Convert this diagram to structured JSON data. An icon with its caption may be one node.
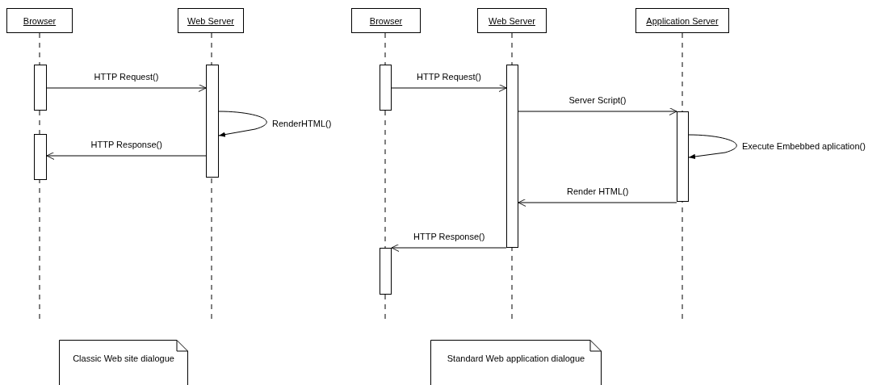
{
  "diagram": {
    "nodes": [
      {
        "text": [
          "Browser"
        ]
      },
      {
        "text": [
          "Web Server"
        ]
      },
      {
        "text": [],
        "shape": "bar"
      },
      {
        "text": [],
        "shape": "bar"
      },
      {
        "text": [],
        "shape": "bar"
      },
      {
        "text": [
          "Browser"
        ]
      },
      {
        "text": [
          "Web Server"
        ]
      },
      {
        "text": [
          "Application Server"
        ]
      },
      {
        "text": [],
        "shape": "bar"
      },
      {
        "text": [],
        "shape": "bar"
      },
      {
        "text": [],
        "shape": "bar"
      },
      {
        "text": [],
        "shape": "bar"
      },
      {
        "text": [
          "Classic Web site dialogue"
        ]
      },
      {
        "text": [
          "Standard Web application dialogue"
        ]
      }
    ],
    "edges": [
      {
        "from": 2,
        "to": 4,
        "arrow": "to",
        "label": "HTTP Request()"
      },
      {
        "from": 4,
        "to": 4,
        "arrow": "to",
        "label": "RenderHTML()"
      },
      {
        "from": 4,
        "to": 3,
        "arrow": "to",
        "label": "HTTP Response()"
      },
      {
        "from": 8,
        "to": 10,
        "arrow": "to",
        "label": "HTTP Request()"
      },
      {
        "from": 10,
        "to": 11,
        "arrow": "to",
        "label": "Server Script()"
      },
      {
        "from": 11,
        "to": 11,
        "arrow": "to",
        "label": "Execute Embebbed aplication()"
      },
      {
        "from": 11,
        "to": 10,
        "arrow": "to",
        "label": "Render HTML()"
      },
      {
        "from": 10,
        "to": 9,
        "arrow": "to",
        "label": "HTTP Response()"
      }
    ]
  }
}
